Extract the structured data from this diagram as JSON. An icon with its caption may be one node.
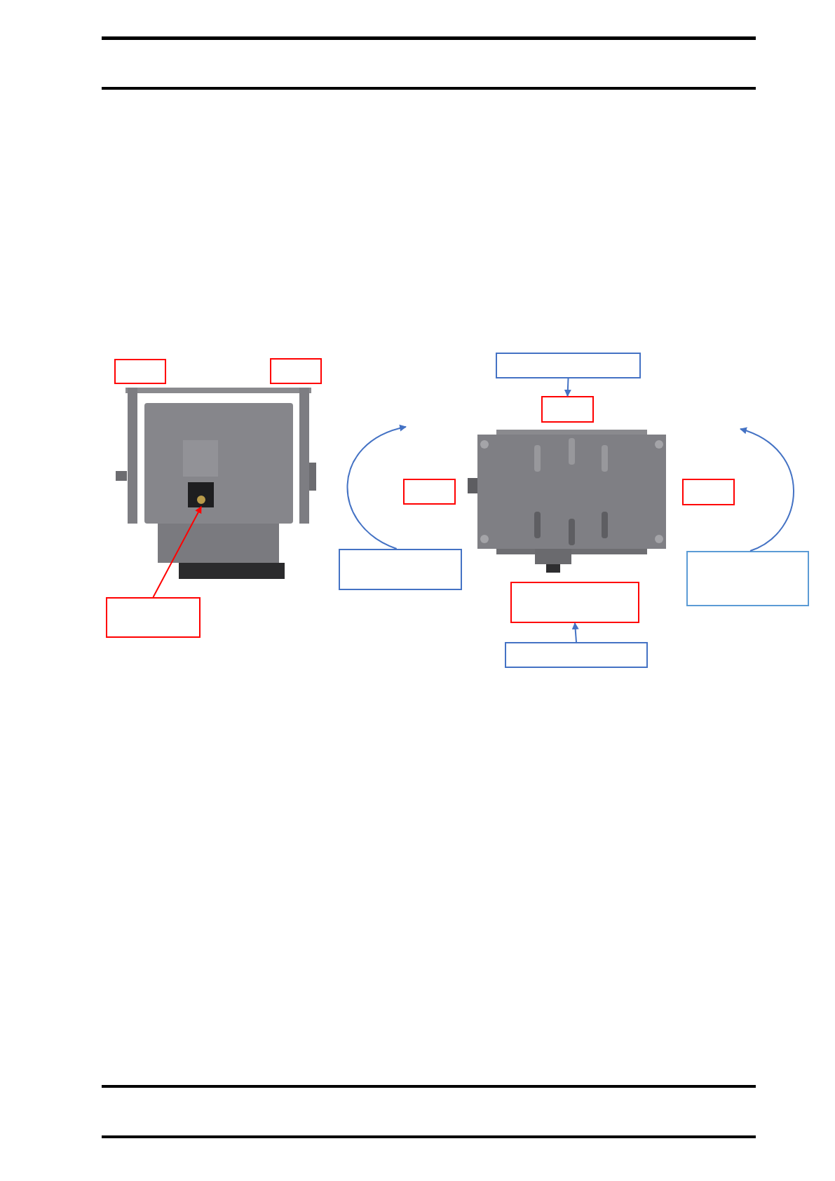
{
  "diagram": {
    "nodes": [
      {
        "text": [],
        "shape": "box"
      },
      {
        "text": [],
        "shape": "box"
      },
      {
        "text": [],
        "shape": "box"
      },
      {
        "text": [],
        "shape": "box"
      },
      {
        "text": [],
        "shape": "box"
      },
      {
        "text": [],
        "shape": "box"
      },
      {
        "text": [],
        "shape": "circle"
      },
      {
        "text": [],
        "shape": "box"
      },
      {
        "text": [],
        "shape": "box"
      },
      {
        "text": [],
        "shape": "box"
      },
      {
        "text": [],
        "shape": "box"
      },
      {
        "text": [],
        "shape": "box"
      }
    ],
    "edges": [
      {
        "from": 2,
        "to": 3,
        "arrow": "to"
      },
      {
        "from": 10,
        "to": 6,
        "arrow": "to",
        "color": "#ff0000"
      },
      {
        "from": 7,
        "to": null,
        "arrow": "to"
      },
      {
        "from": 8,
        "to": null,
        "arrow": "to"
      },
      {
        "from": 11,
        "to": 9,
        "arrow": "to"
      }
    ]
  }
}
